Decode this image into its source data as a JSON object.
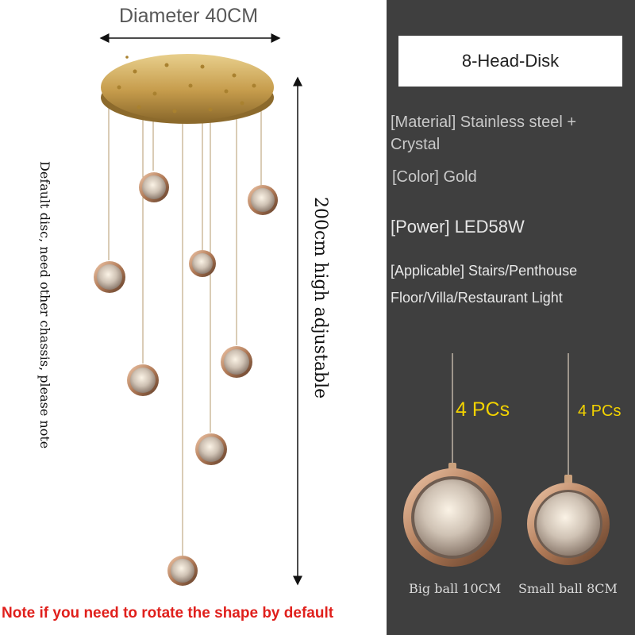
{
  "left_panel": {
    "diameter_label": "Diameter 40CM",
    "height_label": "200cm high adjustable",
    "side_note": "Default disc, need other chassis, please note",
    "bottom_note": "Note if you need to rotate the shape by default"
  },
  "right_panel": {
    "model_label": "8-Head-Disk",
    "material": "[Material] Stainless steel + Crystal",
    "color": "[Color] Gold",
    "power": "[Power] LED58W",
    "applicable_line1": "[Applicable] Stairs/Penthouse",
    "applicable_line2": "Floor/Villa/Restaurant Light",
    "big_ball": {
      "qty": "4 PCs",
      "label": "Big ball 10CM"
    },
    "small_ball": {
      "qty": "4 PCs",
      "label": "Small ball 8CM"
    }
  },
  "colors": {
    "panel_dark": "#3f3f3f",
    "gold": "#c9a04a",
    "rose_gold": "#d9a98c",
    "qty_yellow": "#f2d200",
    "note_red": "#e0201c"
  }
}
